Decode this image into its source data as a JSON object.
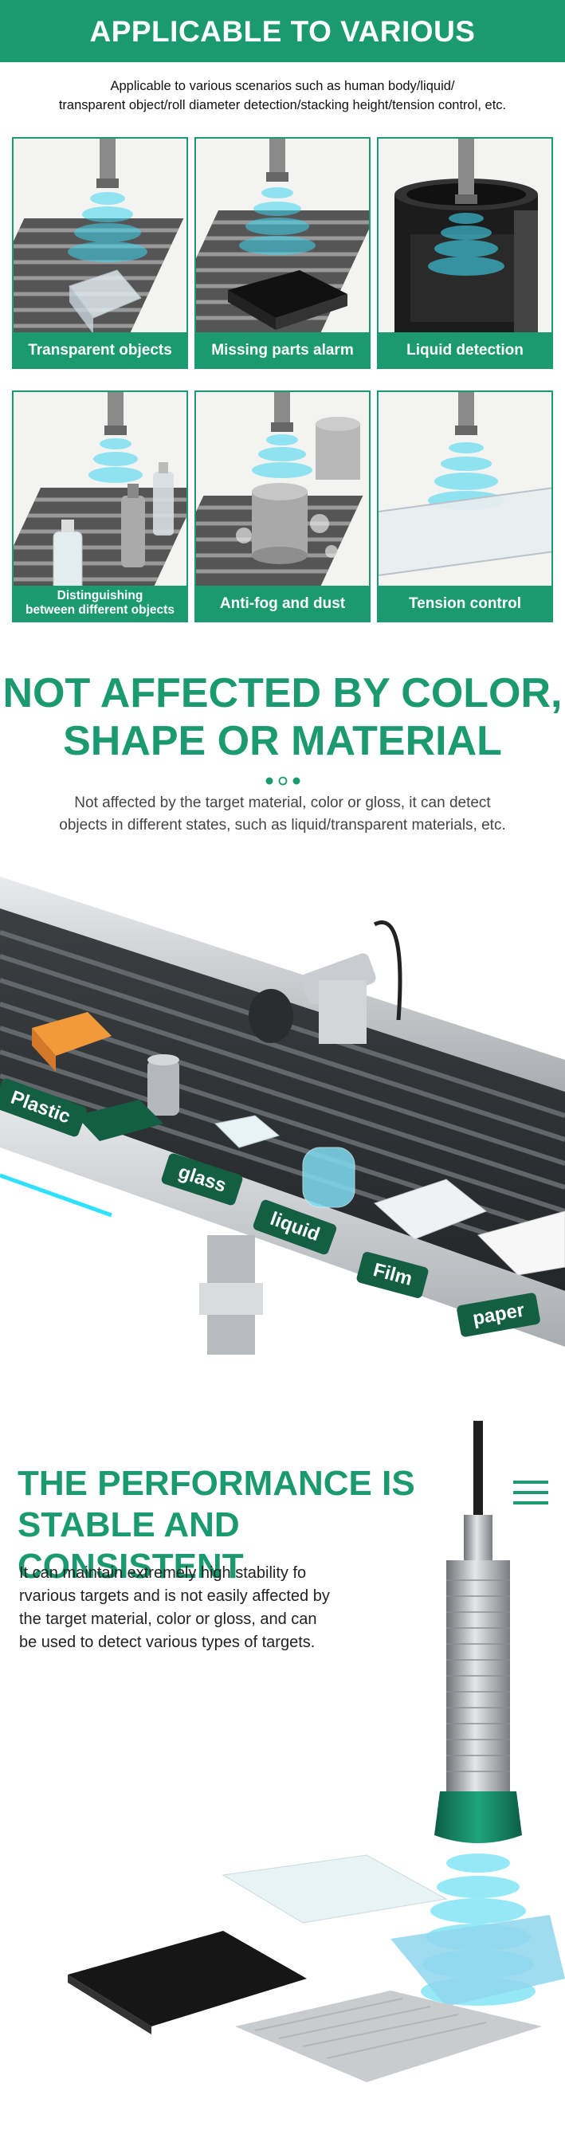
{
  "scenarios": {
    "title": "APPLICABLE TO VARIOUS SCENARIOS",
    "subtitle_line1": "Applicable to various scenarios such as human body/liquid/",
    "subtitle_line2": "transparent object/roll diameter detection/stacking height/tension control, etc.",
    "tiles": [
      {
        "caption": "Transparent objects",
        "icon": "transparent-box-icon"
      },
      {
        "caption": "Missing parts alarm",
        "icon": "black-box-icon"
      },
      {
        "caption": "Liquid detection",
        "icon": "tank-icon"
      },
      {
        "caption_line1": "Distinguishing",
        "caption_line2": "between different objects",
        "icon": "bottles-icon"
      },
      {
        "caption": "Anti-fog and dust",
        "icon": "cans-icon"
      },
      {
        "caption": "Tension control",
        "icon": "film-icon"
      }
    ]
  },
  "materials": {
    "title_line1": "NOT AFFECTED BY COLOR,",
    "title_line2": "SHAPE OR MATERIAL",
    "desc_line1": "Not affected by the target material, color or gloss, it can detect",
    "desc_line2": "objects in different states, such as liquid/transparent materials, etc.",
    "labels": [
      "Plastic",
      "glass",
      "liquid",
      "Film",
      "paper"
    ]
  },
  "performance": {
    "title_line1": "THE PERFORMANCE IS",
    "title_line2": "STABLE AND CONSISTENT",
    "desc_line1": "It can maintain extremely high stability fo",
    "desc_line2": "rvarious targets and is not easily affected by",
    "desc_line3": "the target material, color or gloss, and can",
    "desc_line4": "be used to detect various types of targets."
  },
  "colors": {
    "brand": "#1a9a6e",
    "dark_label": "#145e43",
    "wave": "#3fd6f0"
  }
}
